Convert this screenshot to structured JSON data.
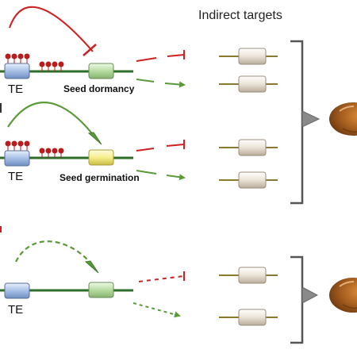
{
  "header": {
    "indirect_targets": "Indirect targets"
  },
  "rows": [
    {
      "te_label": "TE",
      "gene_label": "Seed dormancy"
    },
    {
      "te_label": "TE",
      "gene_label": "Seed germination"
    },
    {
      "te_label": "TE",
      "gene_label": ""
    }
  ],
  "colors": {
    "repress": "#cc2222",
    "activate": "#5a9a3a",
    "dna_line": "#2e6e2a",
    "target_line": "#8a7a30",
    "bracket": "#555555",
    "arrowhead": "#8a8a8a",
    "seed": "#8a4d18",
    "seed_highlight": "#d98b3a",
    "te_box": "#a7bfe6",
    "dormancy_box": "#b6dca2",
    "germination_box": "#f6ee8c",
    "target_box": "#ebe3d7",
    "methyl_pin": "#b81c1c"
  }
}
